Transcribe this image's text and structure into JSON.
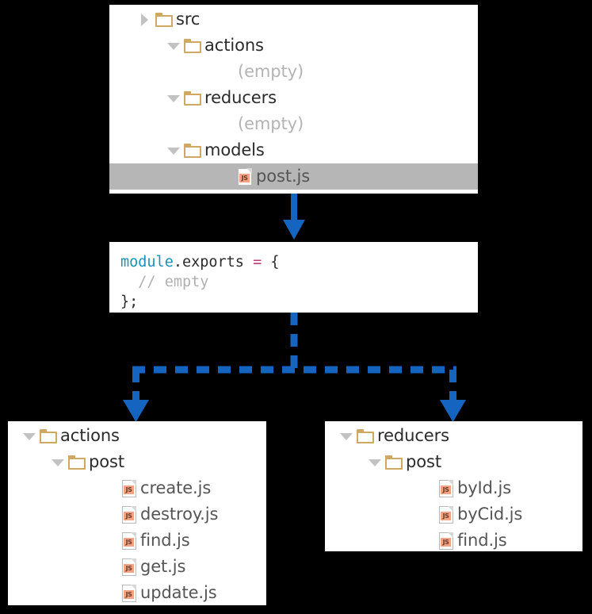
{
  "colors": {
    "background": "#000000",
    "panel": "#ffffff",
    "arrow": "#1565c0",
    "selection": "#b6b6b6",
    "folder": "#cfa861",
    "js_badge": "#f2a285",
    "code_keyword": "#1a92b5",
    "code_operator": "#c2397c",
    "code_comment": "#b0b0b0",
    "code_text": "#2c2c2c"
  },
  "top_tree": {
    "name": "source-tree",
    "rows": [
      {
        "label": "src",
        "kind": "folder",
        "toggle": "right",
        "indent": 36,
        "selected": false
      },
      {
        "label": "actions",
        "kind": "folder",
        "toggle": "down",
        "indent": 72,
        "selected": false
      },
      {
        "label": "(empty)",
        "kind": "empty",
        "toggle": "none",
        "indent": 140,
        "selected": false
      },
      {
        "label": "reducers",
        "kind": "folder",
        "toggle": "down",
        "indent": 72,
        "selected": false
      },
      {
        "label": "(empty)",
        "kind": "empty",
        "toggle": "none",
        "indent": 140,
        "selected": false
      },
      {
        "label": "models",
        "kind": "folder",
        "toggle": "down",
        "indent": 72,
        "selected": false
      },
      {
        "label": "post.js",
        "kind": "file",
        "toggle": "none",
        "indent": 140,
        "selected": true
      }
    ]
  },
  "code": {
    "name": "module-exports-snippet",
    "line1": {
      "module": "module",
      "property": ".exports",
      "operator": "=",
      "brace": "{"
    },
    "line2": {
      "comment": "// empty"
    },
    "line3": {
      "text": "};"
    },
    "plain_text": "module.exports = {\n  // empty\n};"
  },
  "left_tree": {
    "name": "actions-tree",
    "rows": [
      {
        "label": "actions",
        "kind": "folder",
        "toggle": "down",
        "indent": 18,
        "selected": false
      },
      {
        "label": "post",
        "kind": "folder",
        "toggle": "down",
        "indent": 54,
        "selected": false
      },
      {
        "label": "create.js",
        "kind": "file",
        "toggle": "none",
        "indent": 122,
        "selected": false
      },
      {
        "label": "destroy.js",
        "kind": "file",
        "toggle": "none",
        "indent": 122,
        "selected": false
      },
      {
        "label": "find.js",
        "kind": "file",
        "toggle": "none",
        "indent": 122,
        "selected": false
      },
      {
        "label": "get.js",
        "kind": "file",
        "toggle": "none",
        "indent": 122,
        "selected": false
      },
      {
        "label": "update.js",
        "kind": "file",
        "toggle": "none",
        "indent": 122,
        "selected": false
      }
    ]
  },
  "right_tree": {
    "name": "reducers-tree",
    "rows": [
      {
        "label": "reducers",
        "kind": "folder",
        "toggle": "down",
        "indent": 18,
        "selected": false
      },
      {
        "label": "post",
        "kind": "folder",
        "toggle": "down",
        "indent": 54,
        "selected": false
      },
      {
        "label": "byId.js",
        "kind": "file",
        "toggle": "none",
        "indent": 122,
        "selected": false
      },
      {
        "label": "byCid.js",
        "kind": "file",
        "toggle": "none",
        "indent": 122,
        "selected": false
      },
      {
        "label": "find.js",
        "kind": "file",
        "toggle": "none",
        "indent": 122,
        "selected": false
      }
    ]
  },
  "connectors": {
    "solid_arrow": {
      "name": "tree-to-code-arrow",
      "style": "solid"
    },
    "branch_arrow_left": {
      "name": "code-to-actions-arrow",
      "style": "dashed"
    },
    "branch_arrow_right": {
      "name": "code-to-reducers-arrow",
      "style": "dashed"
    }
  },
  "icons": {
    "folder": "folder-icon",
    "js_file": "js-file-icon",
    "badge_text": "JS",
    "triangle_down": "chevron-down-icon",
    "triangle_right": "chevron-right-icon"
  }
}
